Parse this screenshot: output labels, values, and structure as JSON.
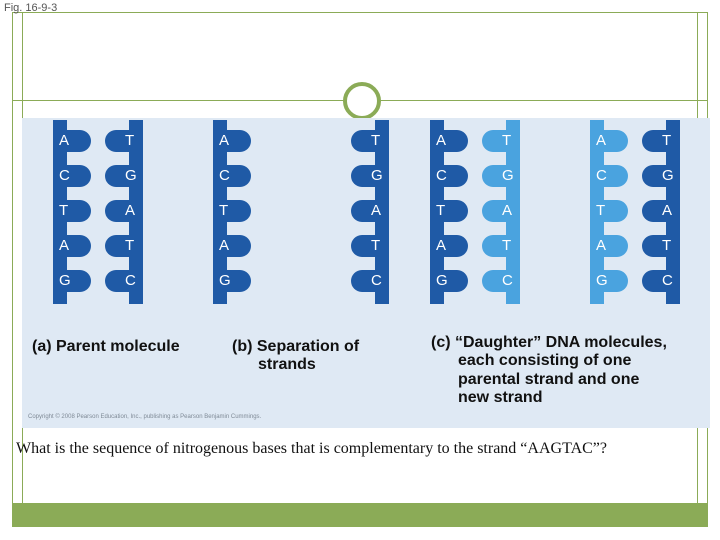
{
  "figure_label": "Fig. 16-9-3",
  "bases": {
    "left": [
      "A",
      "C",
      "T",
      "A",
      "G"
    ],
    "right": [
      "T",
      "G",
      "A",
      "T",
      "C"
    ]
  },
  "captions": {
    "a": "(a) Parent molecule",
    "b_line1": "(b) Separation of",
    "b_line2": "strands",
    "c_line1": "(c) “Daughter” DNA molecules,",
    "c_line2": "each consisting of one",
    "c_line3": "parental strand and one",
    "c_line4": "new strand"
  },
  "copyright": "Copyright © 2008 Pearson Education, Inc., publishing as Pearson Benjamin Cummings.",
  "question": "What is the sequence of nitrogenous bases that is complementary to the strand “AAGTAC”?",
  "colors": {
    "accent_green": "#8bab57",
    "figure_bg": "#dfe9f4",
    "parental_strand": "#1f5aa6",
    "new_strand": "#4aa3df"
  }
}
